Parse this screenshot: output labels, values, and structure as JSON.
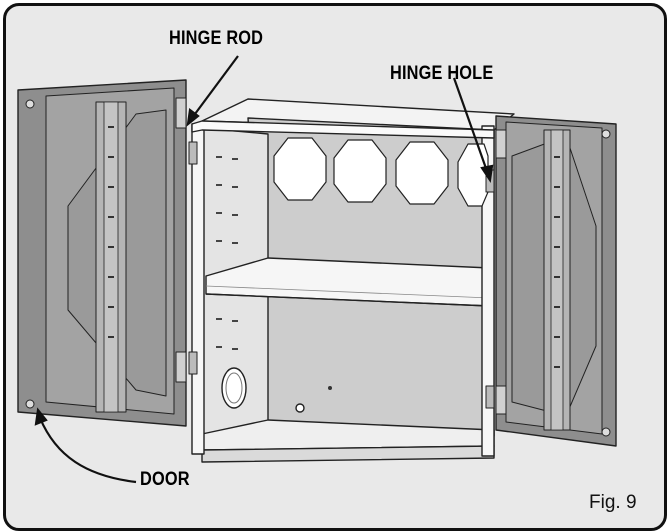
{
  "labels": {
    "hinge_rod": "HINGE ROD",
    "hinge_hole": "HINGE HOLE",
    "door": "DOOR"
  },
  "figure": {
    "caption": "Fig. 9"
  },
  "colors": {
    "background": "#e9e9e9",
    "border": "#111111",
    "door_panel": "#8e8e8e",
    "cabinet_interior": "#c9c9c9",
    "cabinet_face": "#f4f4f4"
  }
}
